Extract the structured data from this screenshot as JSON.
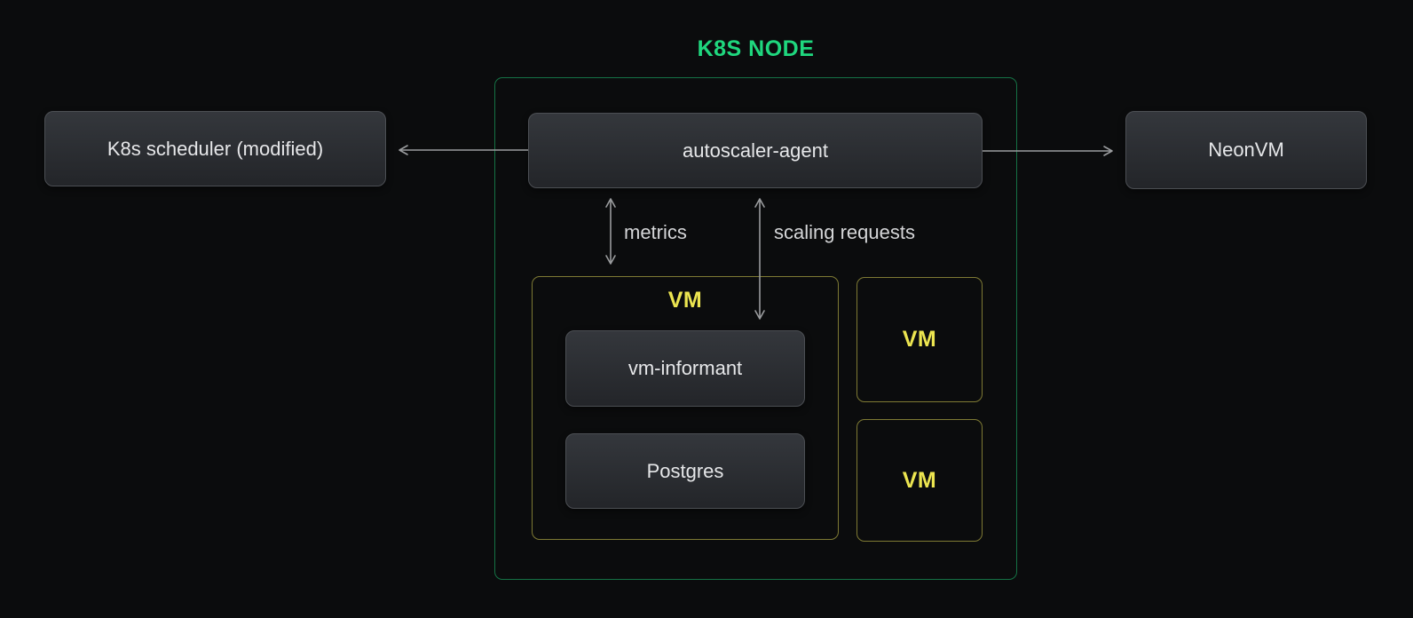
{
  "colors": {
    "bg": "#0b0c0d",
    "accent_green": "#1fd77e",
    "node_border": "rgba(31,215,126,0.5)",
    "vm_yellow": "#ece550",
    "vm_border": "rgba(222,214,86,0.55)",
    "arrow_gray": "#9a9c9e",
    "label_text": "#d5d6d8",
    "panel_text": "#e6e7e9"
  },
  "diagram": {
    "node": {
      "title": "K8S NODE"
    },
    "external": {
      "scheduler": {
        "label": "K8s scheduler (modified)"
      },
      "neonvm": {
        "label": "NeonVM"
      }
    },
    "agent": {
      "label": "autoscaler-agent"
    },
    "vm_main": {
      "label": "VM",
      "children": [
        {
          "label": "vm-informant"
        },
        {
          "label": "Postgres"
        }
      ]
    },
    "vm_side": [
      {
        "label": "VM"
      },
      {
        "label": "VM"
      }
    ],
    "edges": [
      {
        "id": "agent-to-scheduler",
        "from": "autoscaler-agent",
        "to": "K8s scheduler (modified)",
        "style": "single-arrow",
        "label": ""
      },
      {
        "id": "agent-to-neonvm",
        "from": "autoscaler-agent",
        "to": "NeonVM",
        "style": "single-arrow",
        "label": ""
      },
      {
        "id": "metrics",
        "from": "autoscaler-agent",
        "to": "VM",
        "style": "double-arrow",
        "label": "metrics"
      },
      {
        "id": "scaling-requests",
        "from": "autoscaler-agent",
        "to": "VM",
        "style": "double-arrow",
        "label": "scaling requests"
      }
    ]
  }
}
